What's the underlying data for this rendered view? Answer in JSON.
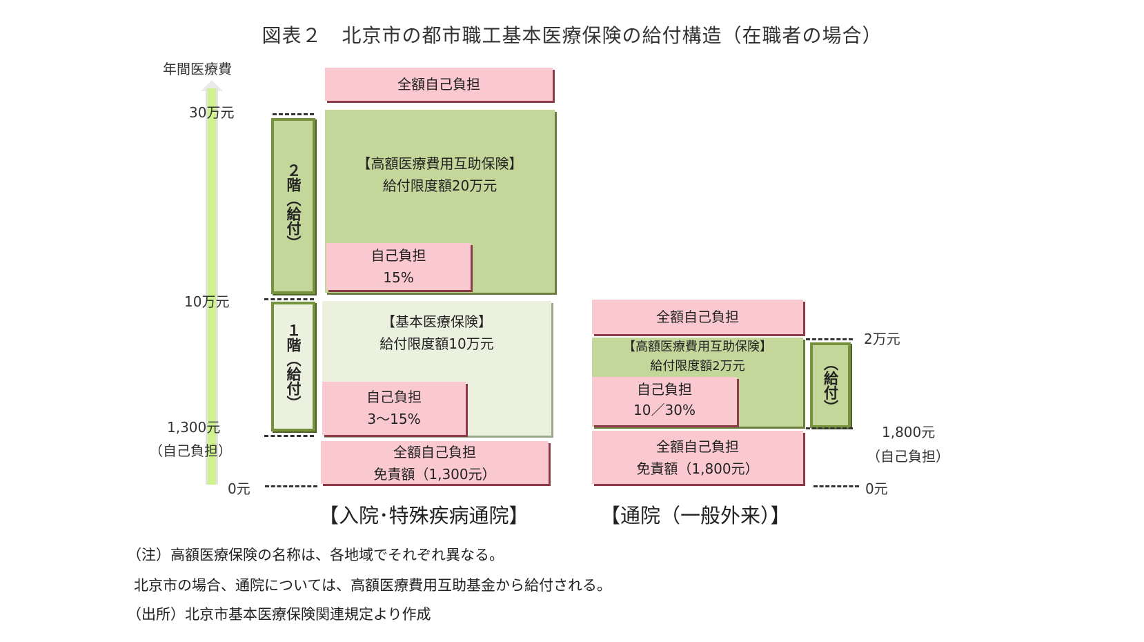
{
  "title": "図表２　北京市の都市職工基本医療保険の給付構造（在職者の場合）",
  "axis": {
    "label": "年間医療費",
    "tick_300k": "30万元",
    "tick_100k": "10万元",
    "tick_1300": "1,300元",
    "tick_1300_note": "（自己負担）",
    "tick_0": "0元"
  },
  "inpatient": {
    "section_label": "【入院･特殊疾病通院】",
    "floor2_label": "２階（給付）",
    "floor1_label": "１階（給付）",
    "top_self_pay": "全額自己負担",
    "catastrophic_title": "【高額医療費用互助保険】",
    "catastrophic_limit": "給付限度額20万元",
    "catastrophic_copay_label": "自己負担",
    "catastrophic_copay_rate": "15%",
    "basic_title": "【基本医療保険】",
    "basic_limit": "給付限度額10万元",
    "basic_copay_label": "自己負担",
    "basic_copay_rate": "3～15%",
    "deductible_line1": "全額自己負担",
    "deductible_line2": "免責額（1,300元）"
  },
  "outpatient": {
    "section_label": "【通院（一般外来）】",
    "benefit_label": "（給付）",
    "top_self_pay": "全額自己負担",
    "catastrophic_title": "【高額医療費用互助保険】",
    "catastrophic_limit": "給付限度額2万元",
    "copay_label": "自己負担",
    "copay_rate": "10／30%",
    "deductible_line1": "全額自己負担",
    "deductible_line2": "免責額（1,800元）",
    "tick_20k": "2万元",
    "tick_1800": "1,800元",
    "tick_1800_note": "（自己負担）",
    "tick_0": "0元"
  },
  "notes": {
    "line1": "（注）高額医療保険の名称は、各地域でそれぞれ異なる。",
    "line2": "北京市の場合、通院については、高額医療費用互助基金から給付される。",
    "line3": "（出所）北京市基本医療保険関連規定より作成"
  },
  "colors": {
    "pink": "#f9c9cf",
    "green": "#c4d79b",
    "pale_green": "#ebf1de",
    "axis_arrow": "#cdf28e"
  }
}
